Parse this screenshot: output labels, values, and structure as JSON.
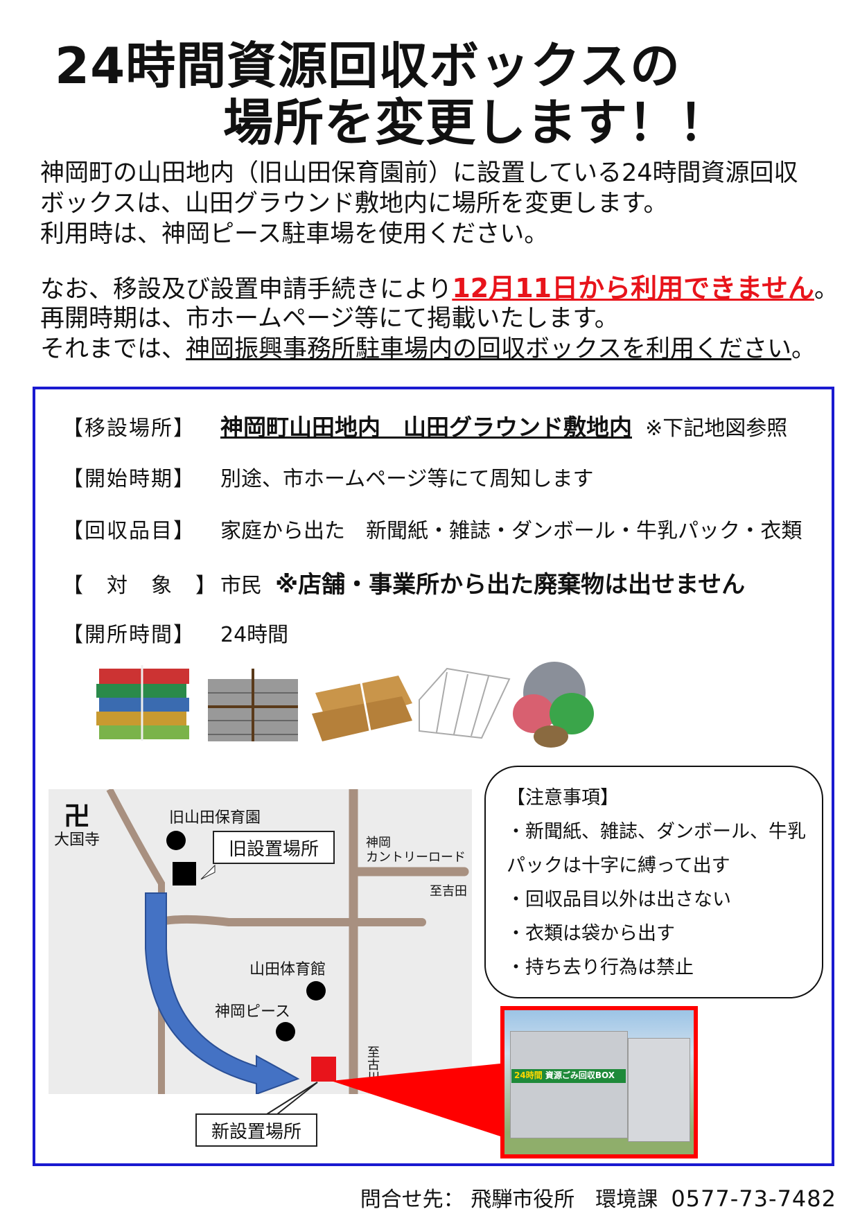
{
  "title": {
    "line1": "24時間資源回収ボックスの",
    "line2": "場所を変更します！！"
  },
  "intro": {
    "line1": "神岡町の山田地内（旧山田保育園前）に設置している24時間資源回収",
    "line2": "ボックスは、山田グラウンド敷地内に場所を変更します。",
    "line3": "利用時は、神岡ピース駐車場を使用ください。",
    "line4_pre": "なお、移設及び設置申請手続きにより",
    "line4_red": "12月11日から利用できません",
    "line4_post": "。",
    "line5": "再開時期は、市ホームページ等にて掲載いたします。",
    "line6_pre": "それまでは、",
    "line6_ul": "神岡振興事務所駐車場内の回収ボックスを利用ください",
    "line6_post": "。"
  },
  "details": [
    {
      "label": "【移設場所】",
      "value_bold": "神岡町山田地内　山田グラウンド敷地内",
      "value_note": "※下記地図参照"
    },
    {
      "label": "【開始時期】",
      "value": "別途、市ホームページ等にて周知します"
    },
    {
      "label": "【回収品目】",
      "value": "家庭から出た　新聞紙・雑誌・ダンボール・牛乳パック・衣類"
    },
    {
      "label": "【　対　象　】",
      "value": "市民",
      "value_bold": "※店舗・事業所から出た廃棄物は出せません"
    },
    {
      "label": "【開所時間】",
      "value": "24時間"
    }
  ],
  "items_icons": [
    "magazines-icon",
    "newspapers-icon",
    "cardboard-icon",
    "milk-carton-icon",
    "clothes-icon"
  ],
  "map": {
    "temple_symbol": "卍",
    "temple": "大国寺",
    "old_nursery": "旧山田保育園",
    "old_site": "旧設置場所",
    "road1": "神岡",
    "road2": "カントリーロード",
    "to_yoshida": "至吉田",
    "gym": "山田体育館",
    "peace": "神岡ピース",
    "to_furukawa": "至古川",
    "new_site": "新設置場所"
  },
  "notes": {
    "title": "【注意事項】",
    "lines": [
      "・新聞紙、雑誌、ダンボール、牛乳",
      "パックは十字に縛って出す",
      "・回収品目以外は出さない",
      "・衣類は袋から出す",
      "・持ち去り行為は禁止"
    ]
  },
  "photo": {
    "sign": "資源ごみ回収BOX",
    "badge": "24時間"
  },
  "footer": {
    "label": "問合せ先：",
    "org": "飛騨市役所　環境課",
    "phone": "0577-73-7482"
  },
  "colors": {
    "frame": "#1a1ad0",
    "alert": "#e8141b",
    "arrow": "#4472c4",
    "road": "#a89080"
  }
}
